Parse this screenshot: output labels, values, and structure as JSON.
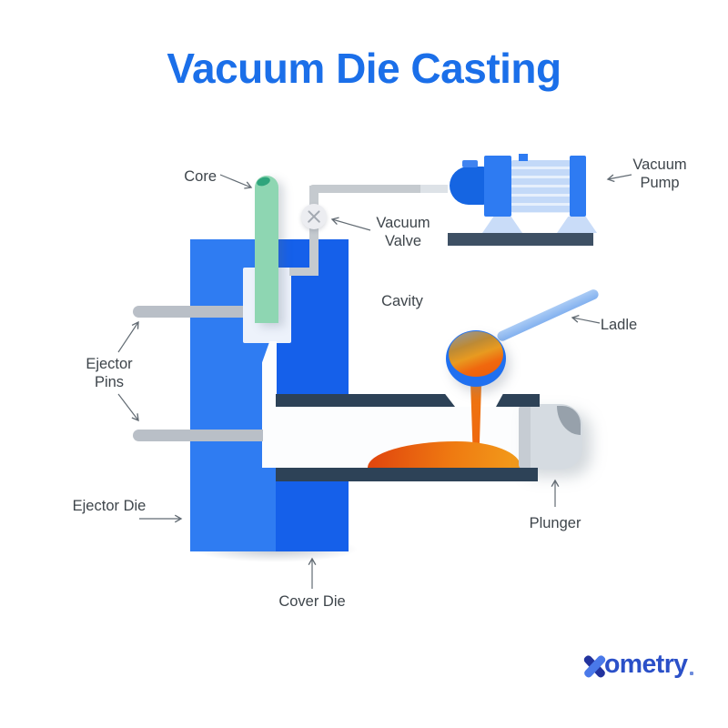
{
  "title": {
    "text": "Vacuum Die Casting"
  },
  "labels": {
    "core": "Core",
    "vacuum_valve": "Vacuum Valve",
    "vacuum_pump": "Vacuum Pump",
    "cavity": "Cavity",
    "ladle": "Ladle",
    "ejector_pins": "Ejector Pins",
    "ejector_die": "Ejector Die",
    "cover_die": "Cover Die",
    "plunger": "Plunger"
  },
  "logo": {
    "x": "X",
    "rest": "ometry",
    "mark": "."
  },
  "colors": {
    "title-blue": "#1b6fe9",
    "die-light": "#2f7cf2",
    "die-dark": "#1560ea",
    "bar-navy": "#2d4257",
    "base-slate": "#3e5064",
    "core-green": "#8ed6b2",
    "pin-gray": "#b9bfc7",
    "pipe-gray": "#c5cacf",
    "plunger-gray": "#d5dbe1",
    "molten-orange": "#ef7a11",
    "label-gray": "#3e454b",
    "logo-blue": "#2b50c8"
  }
}
